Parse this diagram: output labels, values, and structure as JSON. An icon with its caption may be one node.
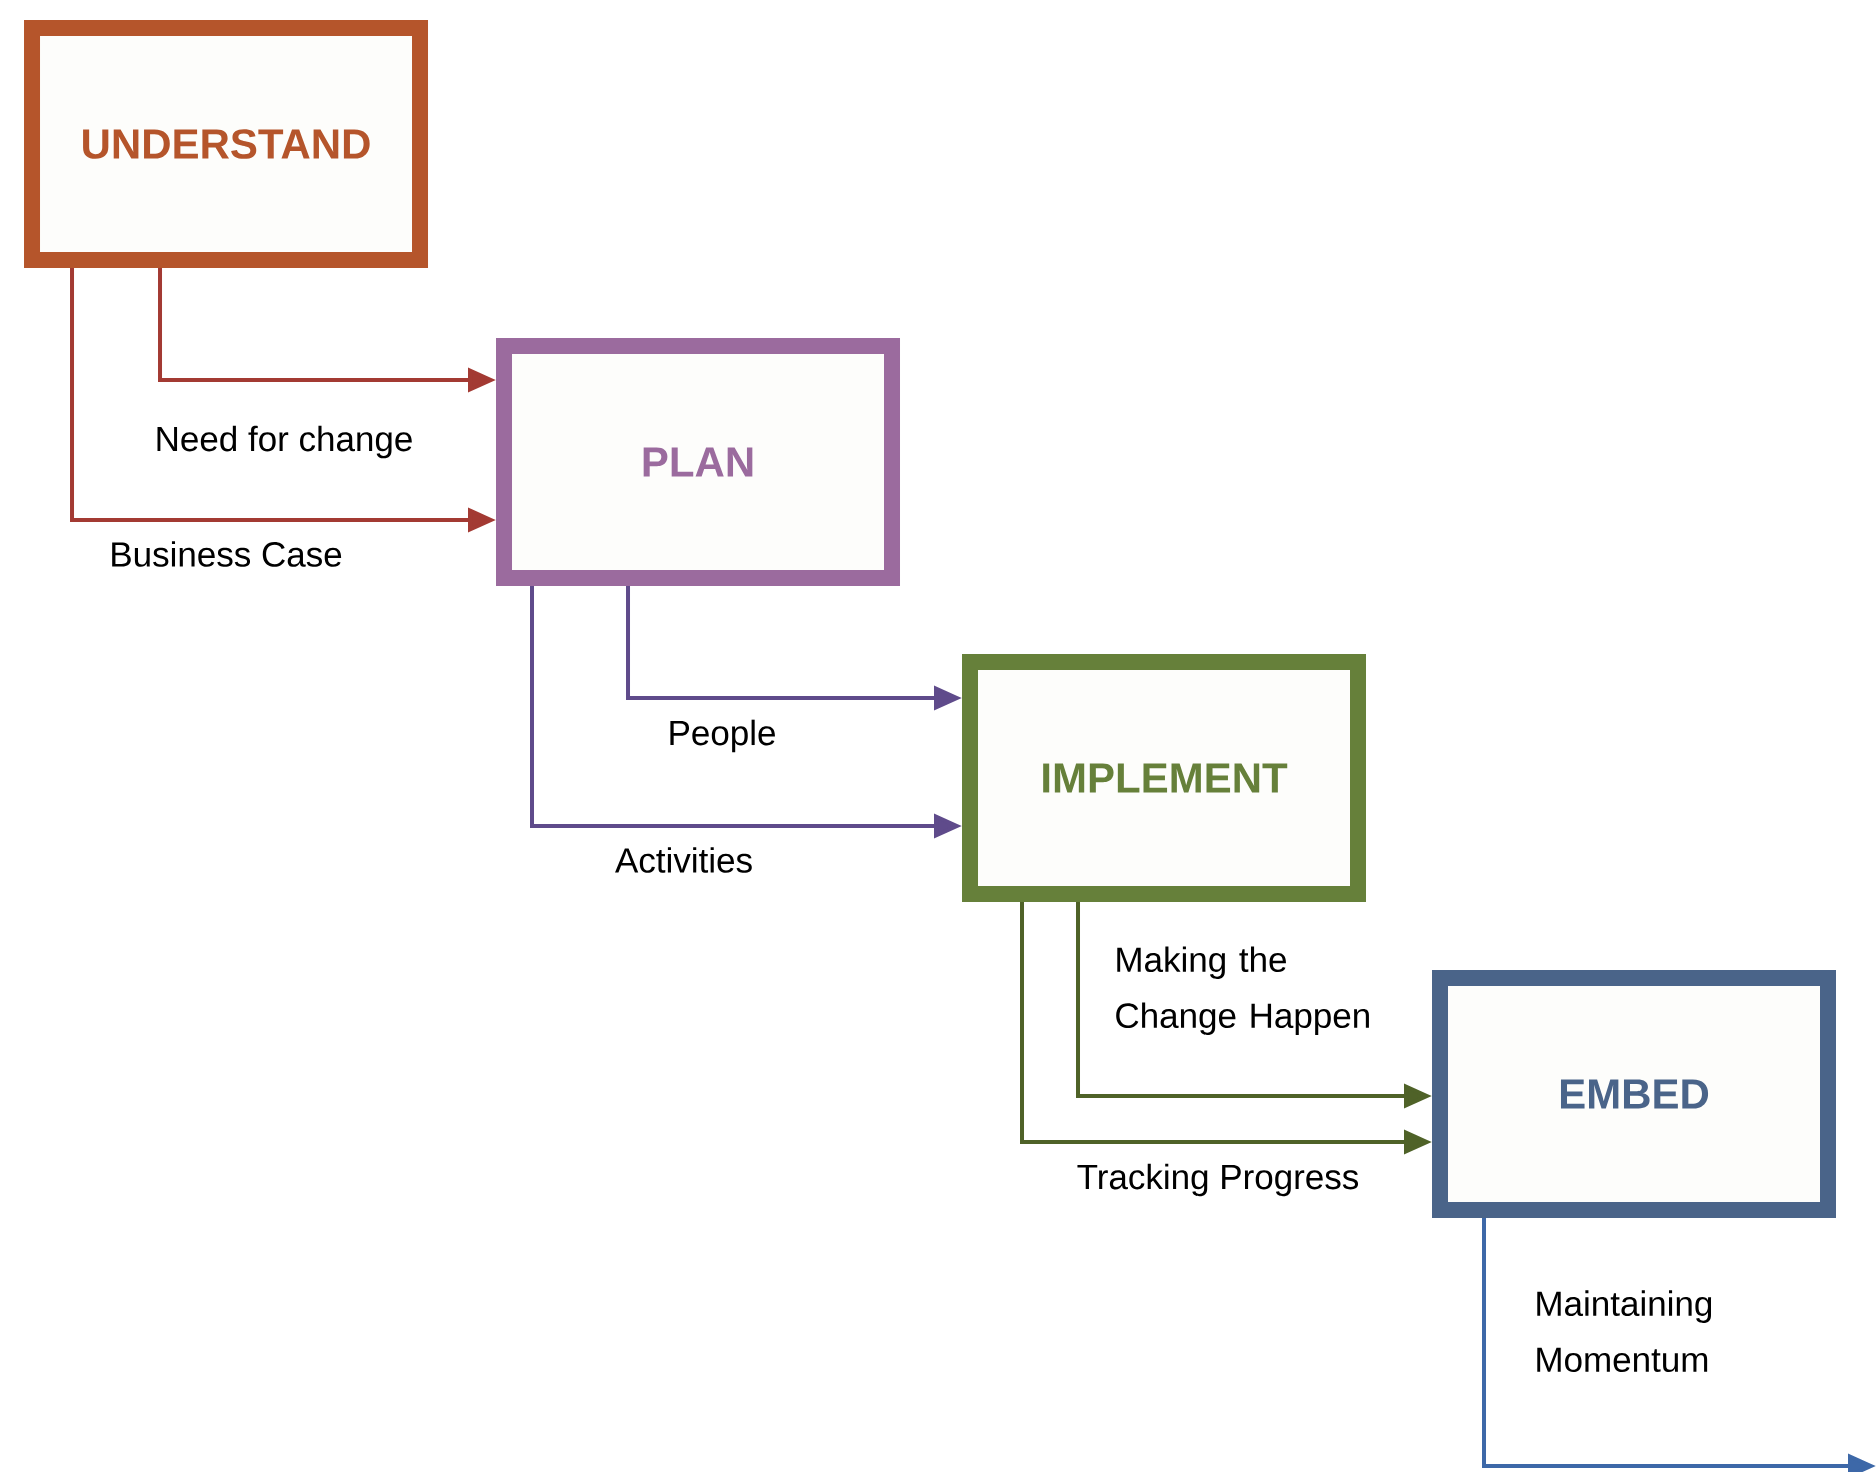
{
  "diagram": {
    "nodes": [
      {
        "text": [
          "UNDERSTAND"
        ]
      },
      {
        "text": [
          "PLAN"
        ]
      },
      {
        "text": [
          "IMPLEMENT"
        ]
      },
      {
        "text": [
          "EMBED"
        ]
      }
    ],
    "edges": [
      {
        "from": 0,
        "to": 1,
        "arrow": "to",
        "label": "Need for change",
        "color": "#a33a33"
      },
      {
        "from": 0,
        "to": 1,
        "arrow": "to",
        "label": "Business Case",
        "color": "#a33a33"
      },
      {
        "from": 1,
        "to": 2,
        "arrow": "to",
        "label": "People",
        "color": "#5f4b8b"
      },
      {
        "from": 1,
        "to": 2,
        "arrow": "to",
        "label": "Activities",
        "color": "#5f4b8b"
      },
      {
        "from": 2,
        "to": 3,
        "arrow": "to",
        "label": "Making the Change Happen",
        "color": "#4f6228"
      },
      {
        "from": 2,
        "to": 3,
        "arrow": "to",
        "label": "Tracking Progress",
        "color": "#4f6228"
      },
      {
        "from": 3,
        "to": null,
        "arrow": "to",
        "label": "Maintaining Momentum",
        "color": "#3d68a8"
      }
    ]
  }
}
